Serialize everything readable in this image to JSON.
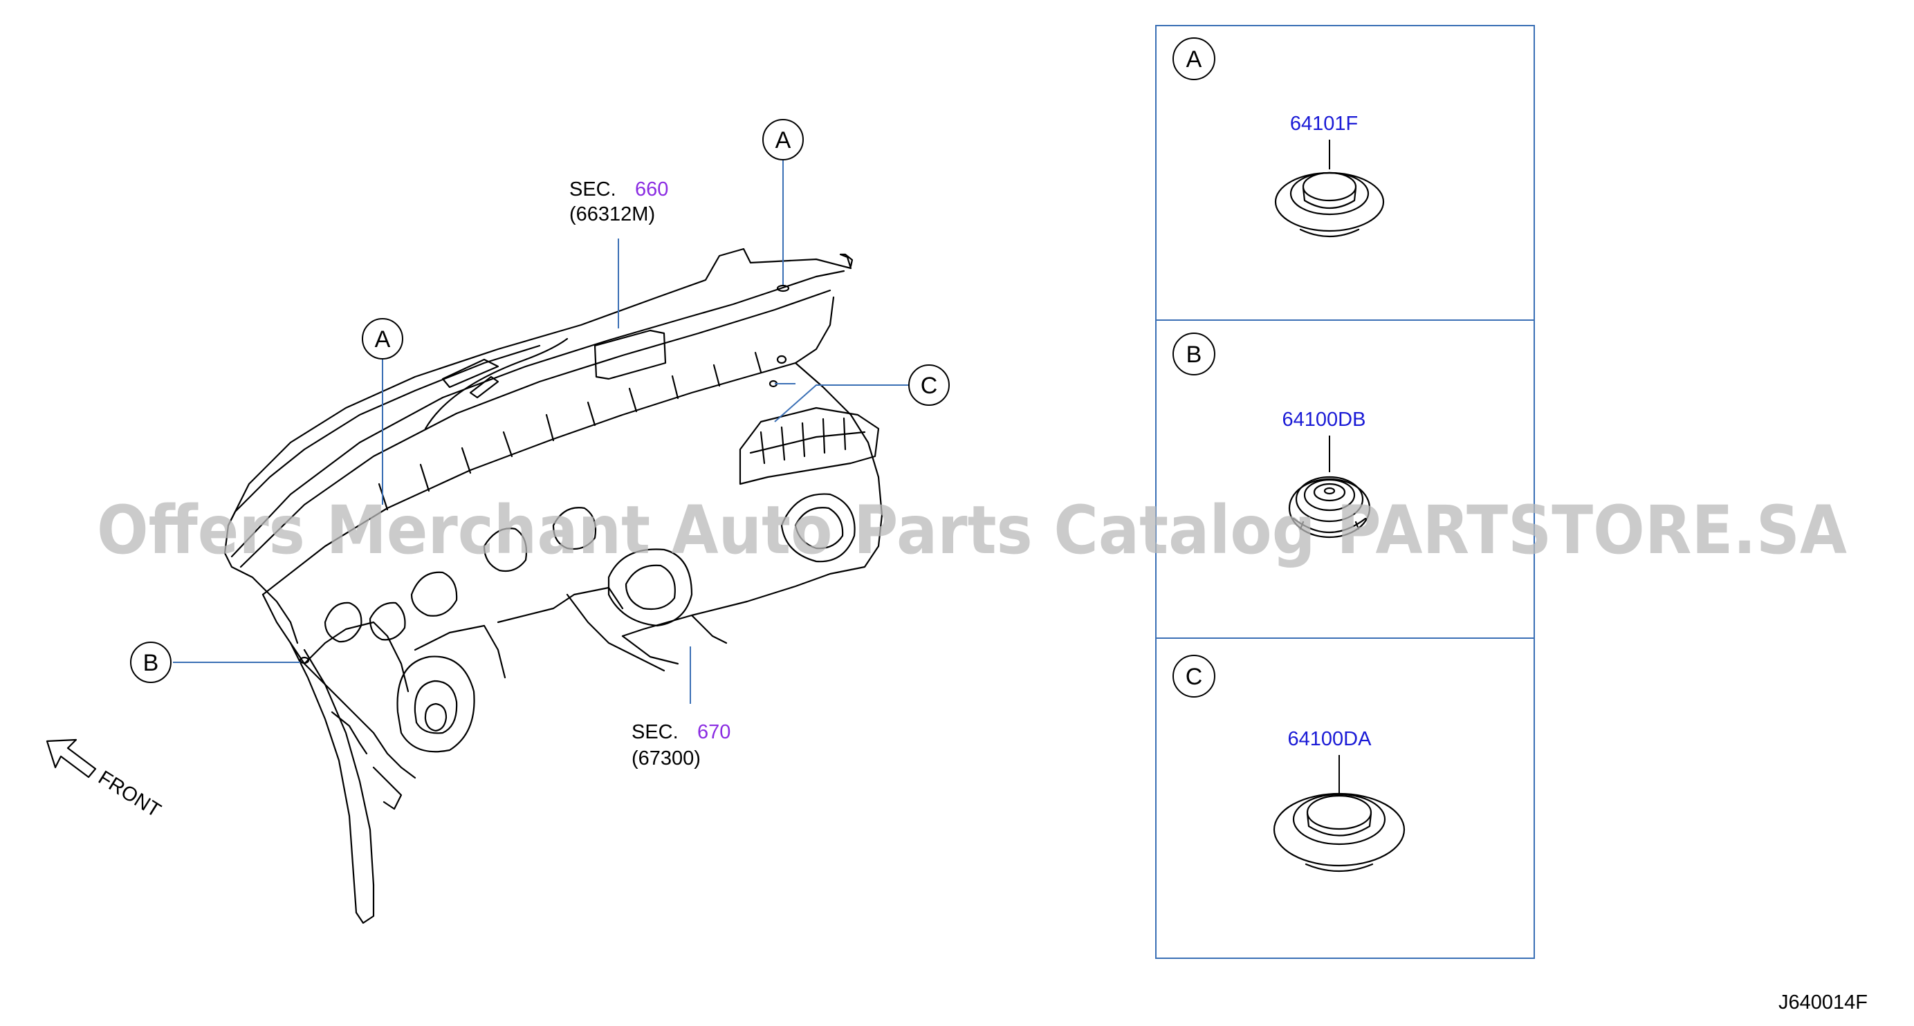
{
  "callouts": {
    "top_a": "A",
    "left_a": "A",
    "right_c": "C",
    "left_b": "B"
  },
  "sec_upper": {
    "prefix": "SEC.",
    "number": "660",
    "part": "(66312M)"
  },
  "sec_lower": {
    "prefix": "SEC.",
    "number": "670",
    "part": "(67300)"
  },
  "front_label": "FRONT",
  "panels": [
    {
      "letter": "A",
      "part_number": "64101F"
    },
    {
      "letter": "B",
      "part_number": "64100DB"
    },
    {
      "letter": "C",
      "part_number": "64100DA"
    }
  ],
  "drawing_code": "J640014F",
  "watermark": "Offers Merchant Auto Parts Catalog PARTSTORE.SA",
  "colors": {
    "leader": "#3a6fb5",
    "part_number": "#1a1ad6",
    "section_number": "#8a2be2"
  }
}
